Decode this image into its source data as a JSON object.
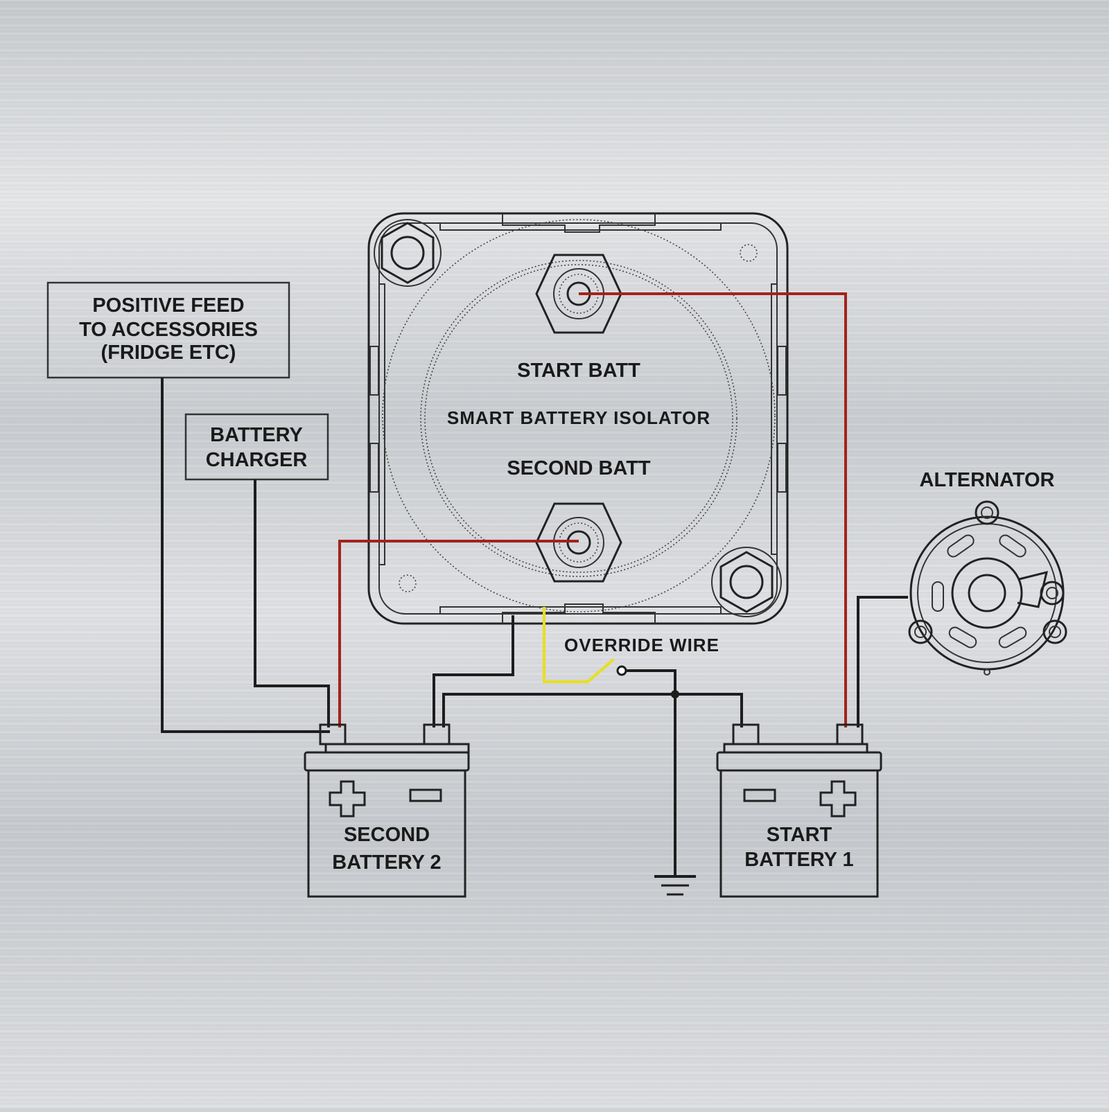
{
  "labels": {
    "positive_feed": [
      "POSITIVE FEED",
      "TO ACCESSORIES",
      "(FRIDGE ETC)"
    ],
    "battery_charger": [
      "BATTERY",
      "CHARGER"
    ],
    "isolator_start": "START  BATT",
    "isolator_title": "SMART  BATTERY  ISOLATOR",
    "isolator_second": "SECOND BATT",
    "alternator": "ALTERNATOR",
    "override_wire": "OVERRIDE WIRE",
    "second_battery": [
      "SECOND",
      "BATTERY 2"
    ],
    "start_battery": [
      "START",
      "BATTERY 1"
    ]
  },
  "colors": {
    "positive_wire": "#a3231c",
    "negative_wire": "#1d1d1d",
    "override_wire": "#e9df1c",
    "outline": "#222222"
  }
}
